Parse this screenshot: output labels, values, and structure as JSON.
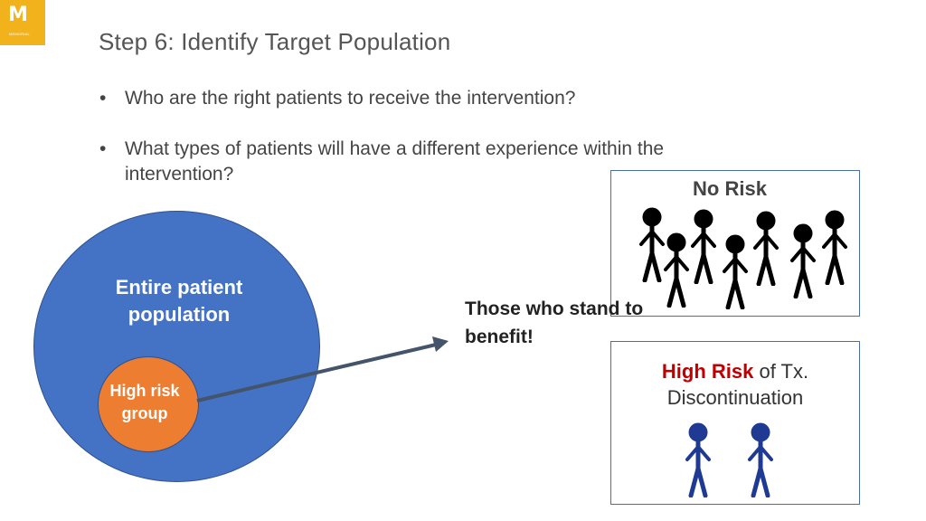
{
  "logo": {
    "letter": "M",
    "sub": "MEMORIAL"
  },
  "title": "Step 6: Identify Target Population",
  "bullets": [
    {
      "marker": "•",
      "text": "Who are the right patients to receive the intervention?"
    },
    {
      "marker": "•",
      "text": "What types of patients will have a different experience within the intervention?"
    }
  ],
  "diagram": {
    "outer_circle_label": "Entire patient population",
    "inner_circle_label": "High risk group",
    "arrow_label": "Those who stand to benefit!",
    "no_risk_box": {
      "title": "No Risk",
      "figure_color": "#000000",
      "figure_count": 7
    },
    "high_risk_box": {
      "title_highlight": "High Risk",
      "title_rest": " of Tx.",
      "title_line2": "Discontinuation",
      "figure_color": "#1f3a93",
      "figure_count": 2
    },
    "colors": {
      "outer": "#4472c4",
      "inner": "#ed7d31",
      "arrow": "#44546a",
      "highlight": "#c00000"
    }
  }
}
